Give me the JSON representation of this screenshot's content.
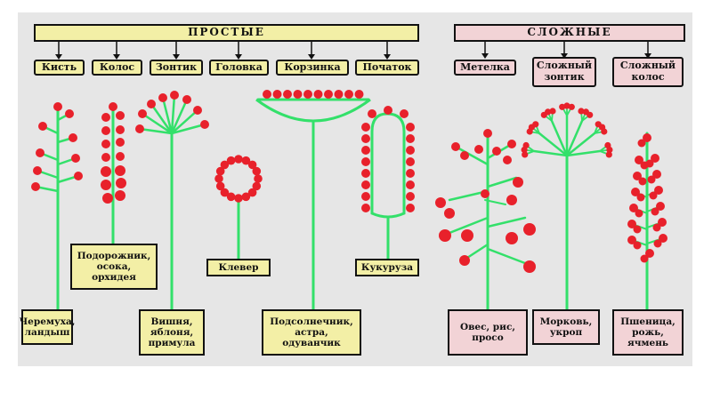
{
  "headers": {
    "simple": "ПРОСТЫЕ",
    "complex": "СЛОЖНЫЕ"
  },
  "types": {
    "kist": "Кисть",
    "kolos": "Колос",
    "zontik": "Зонтик",
    "golovka": "Головка",
    "korzinka": "Корзинка",
    "pochatok": "Початок",
    "metelka": "Метелка",
    "slozhny_zontik": "Сложный зонтик",
    "slozhny_kolos": "Сложный колос"
  },
  "examples": {
    "kist": "Черемуха, ландыш",
    "kolos": "Подорожник, осока, орхидея",
    "zontik": "Вишня, яблоня, примула",
    "golovka": "Клевер",
    "korzinka": "Подсолнечник, астра, одуванчик",
    "pochatok": "Кукуруза",
    "metelka": "Овес, рис, просо",
    "slozhny_zontik": "Морковь, укроп",
    "slozhny_kolos": "Пшеница, рожь, ячмень"
  },
  "colors": {
    "stem": "#33e06a",
    "flower": "#e8212b",
    "simple_fill": "#f3efa6",
    "complex_fill": "#f2d3d6",
    "frame_bg": "#e6e6e6"
  }
}
